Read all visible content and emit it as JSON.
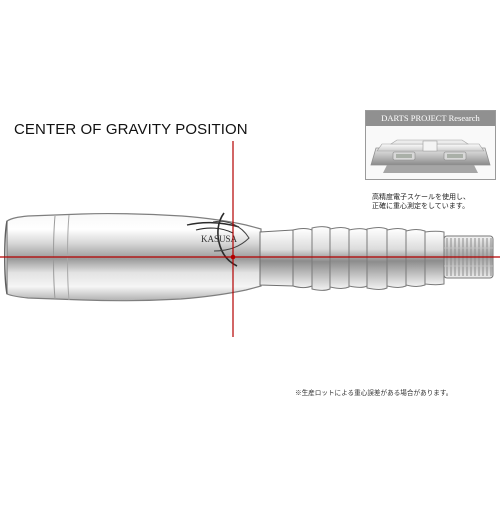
{
  "headline": {
    "text": "CENTER OF GRAVITY POSITION"
  },
  "inset": {
    "title": "DARTS PROJECT Research",
    "caption_line1": "高精度電子スケールを使用し、",
    "caption_line2": "正確に重心測定をしています。"
  },
  "footnote": {
    "text": "※生産ロットによる重心誤差がある場合があります。"
  },
  "logo": {
    "text": "KASUSA"
  },
  "colors": {
    "marker": "#b30000",
    "barrel_light": "#f4f4f4",
    "barrel_mid": "#c9c9c9",
    "barrel_dark": "#7d7d7d",
    "inset_header": "#909090"
  }
}
